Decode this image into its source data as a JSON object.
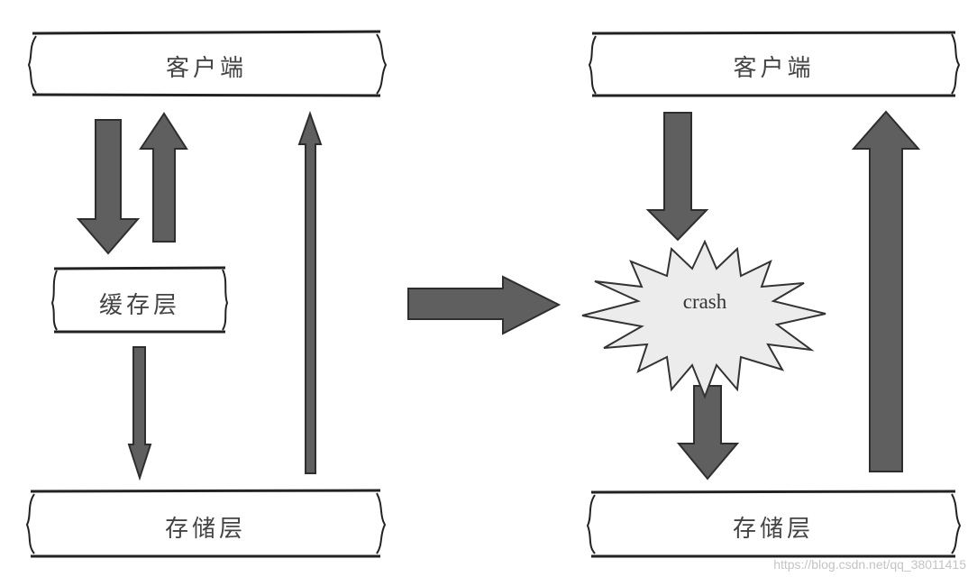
{
  "left_panel": {
    "client_label": "客户端",
    "cache_label": "缓存层",
    "storage_label": "存储层"
  },
  "right_panel": {
    "client_label": "客户端",
    "crash_label": "crash",
    "storage_label": "存储层"
  },
  "watermark": "https://blog.csdn.net/qq_38011415",
  "colors": {
    "arrow_fill": "#5f5f5f",
    "arrow_stroke": "#2e2e2e",
    "box_stroke": "#222222",
    "crash_fill": "#ececec"
  }
}
